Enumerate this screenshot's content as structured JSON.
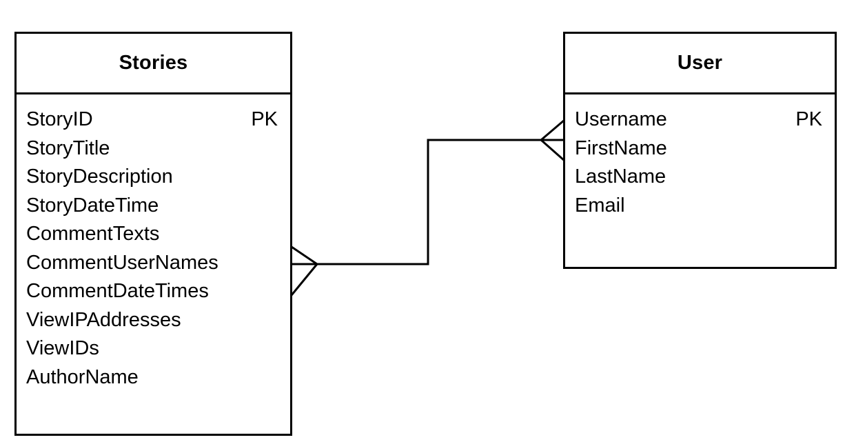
{
  "diagram": {
    "type": "entity-relationship-diagram",
    "notation": "crow-foot",
    "background_color": "#ffffff",
    "line_color": "#000000",
    "entities": [
      {
        "id": "stories",
        "title": "Stories",
        "attributes": [
          {
            "name": "StoryID",
            "key": "PK"
          },
          {
            "name": "StoryTitle",
            "key": ""
          },
          {
            "name": "StoryDescription",
            "key": ""
          },
          {
            "name": "StoryDateTime",
            "key": ""
          },
          {
            "name": "CommentTexts",
            "key": ""
          },
          {
            "name": "CommentUserNames",
            "key": ""
          },
          {
            "name": "CommentDateTimes",
            "key": ""
          },
          {
            "name": "ViewIPAddresses",
            "key": ""
          },
          {
            "name": "ViewIDs",
            "key": ""
          },
          {
            "name": "AuthorName",
            "key": ""
          }
        ]
      },
      {
        "id": "user",
        "title": "User",
        "attributes": [
          {
            "name": "Username",
            "key": "PK"
          },
          {
            "name": "FirstName",
            "key": ""
          },
          {
            "name": "LastName",
            "key": ""
          },
          {
            "name": "Email",
            "key": ""
          }
        ]
      }
    ],
    "relationship": {
      "from": "stories",
      "to": "user",
      "from_cardinality": "many",
      "to_cardinality": "many",
      "style": "orthogonal-step"
    }
  }
}
